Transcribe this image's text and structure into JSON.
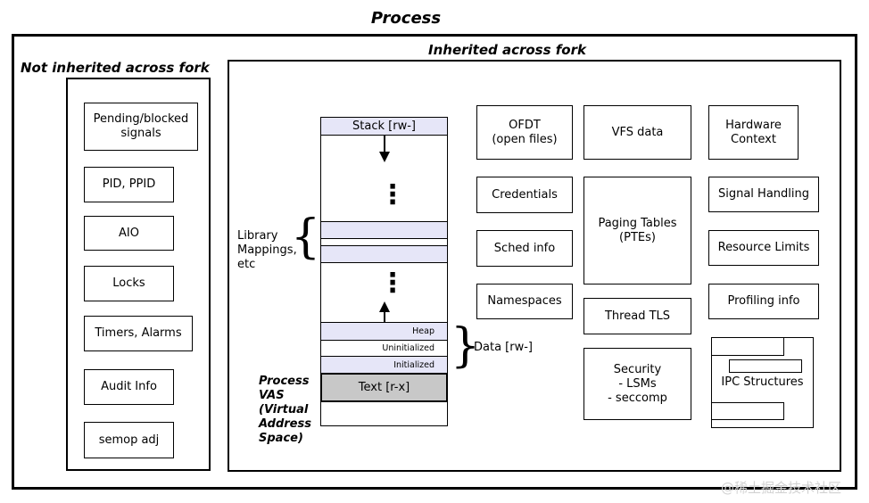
{
  "title": "Process",
  "not_inherited": {
    "heading": "Not inherited across fork",
    "items": [
      "Pending/blocked\nsignals",
      "PID, PPID",
      "AIO",
      "Locks",
      "Timers, Alarms",
      "Audit Info",
      "semop adj"
    ]
  },
  "inherited": {
    "heading": "Inherited across fork",
    "vas": {
      "stack": "Stack [rw-]",
      "heap": "Heap",
      "uninitialized": "Uninitialized",
      "initialized": "Initialized",
      "text": "Text [r-x]",
      "library_label": "Library\nMappings,\netc",
      "data_label": "Data [rw-]",
      "caption": "Process\nVAS\n(Virtual\nAddress\nSpace)",
      "dots": "⋮"
    },
    "column_a": [
      "OFDT\n(open files)",
      "Credentials",
      "Sched info",
      "Namespaces"
    ],
    "column_b": [
      "VFS data",
      "Paging Tables\n(PTEs)",
      "Thread TLS",
      "Security\n - LSMs\n - seccomp"
    ],
    "column_c": [
      "Hardware\nContext",
      "Signal Handling",
      "Resource Limits",
      "Profiling info",
      "IPC Structures"
    ]
  },
  "watermark": "@稀土掘金技术社区"
}
